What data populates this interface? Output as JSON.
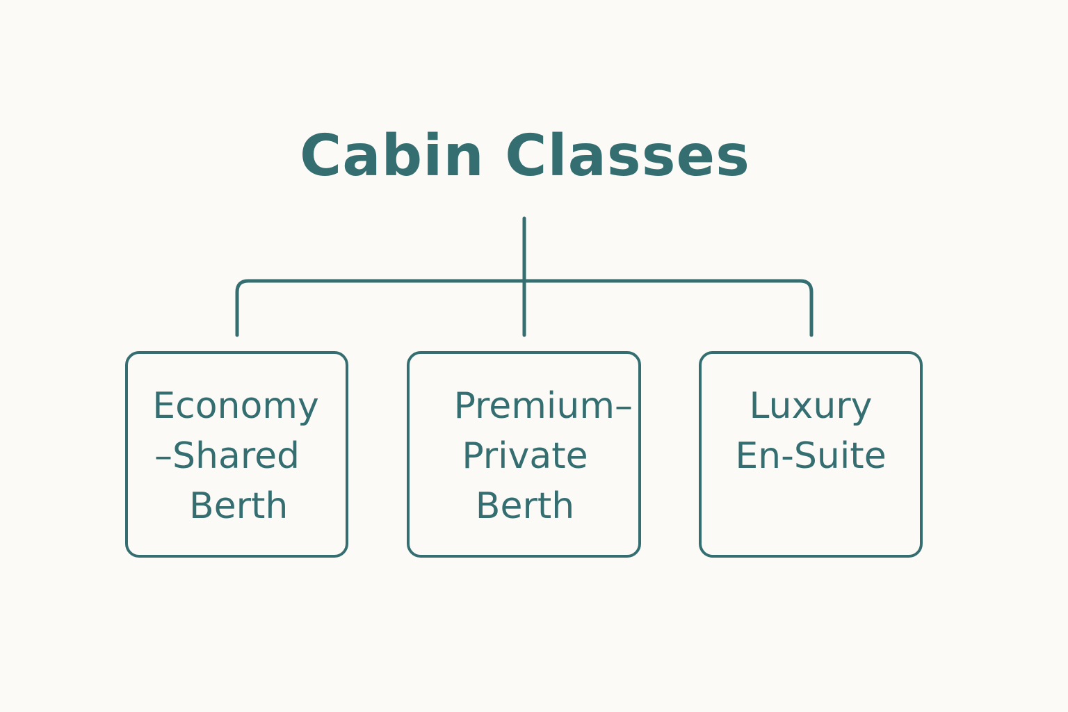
{
  "title": "Cabin Classes",
  "colors": {
    "background": "#fbfaf6",
    "accent": "#346e70"
  },
  "nodes": [
    {
      "id": "economy",
      "lines": [
        "Economy",
        "–Shared",
        "Berth"
      ]
    },
    {
      "id": "premium",
      "lines": [
        "Premium–",
        "Private",
        "Berth"
      ]
    },
    {
      "id": "luxury",
      "lines": [
        "Luxury",
        "En-Suite"
      ]
    }
  ]
}
